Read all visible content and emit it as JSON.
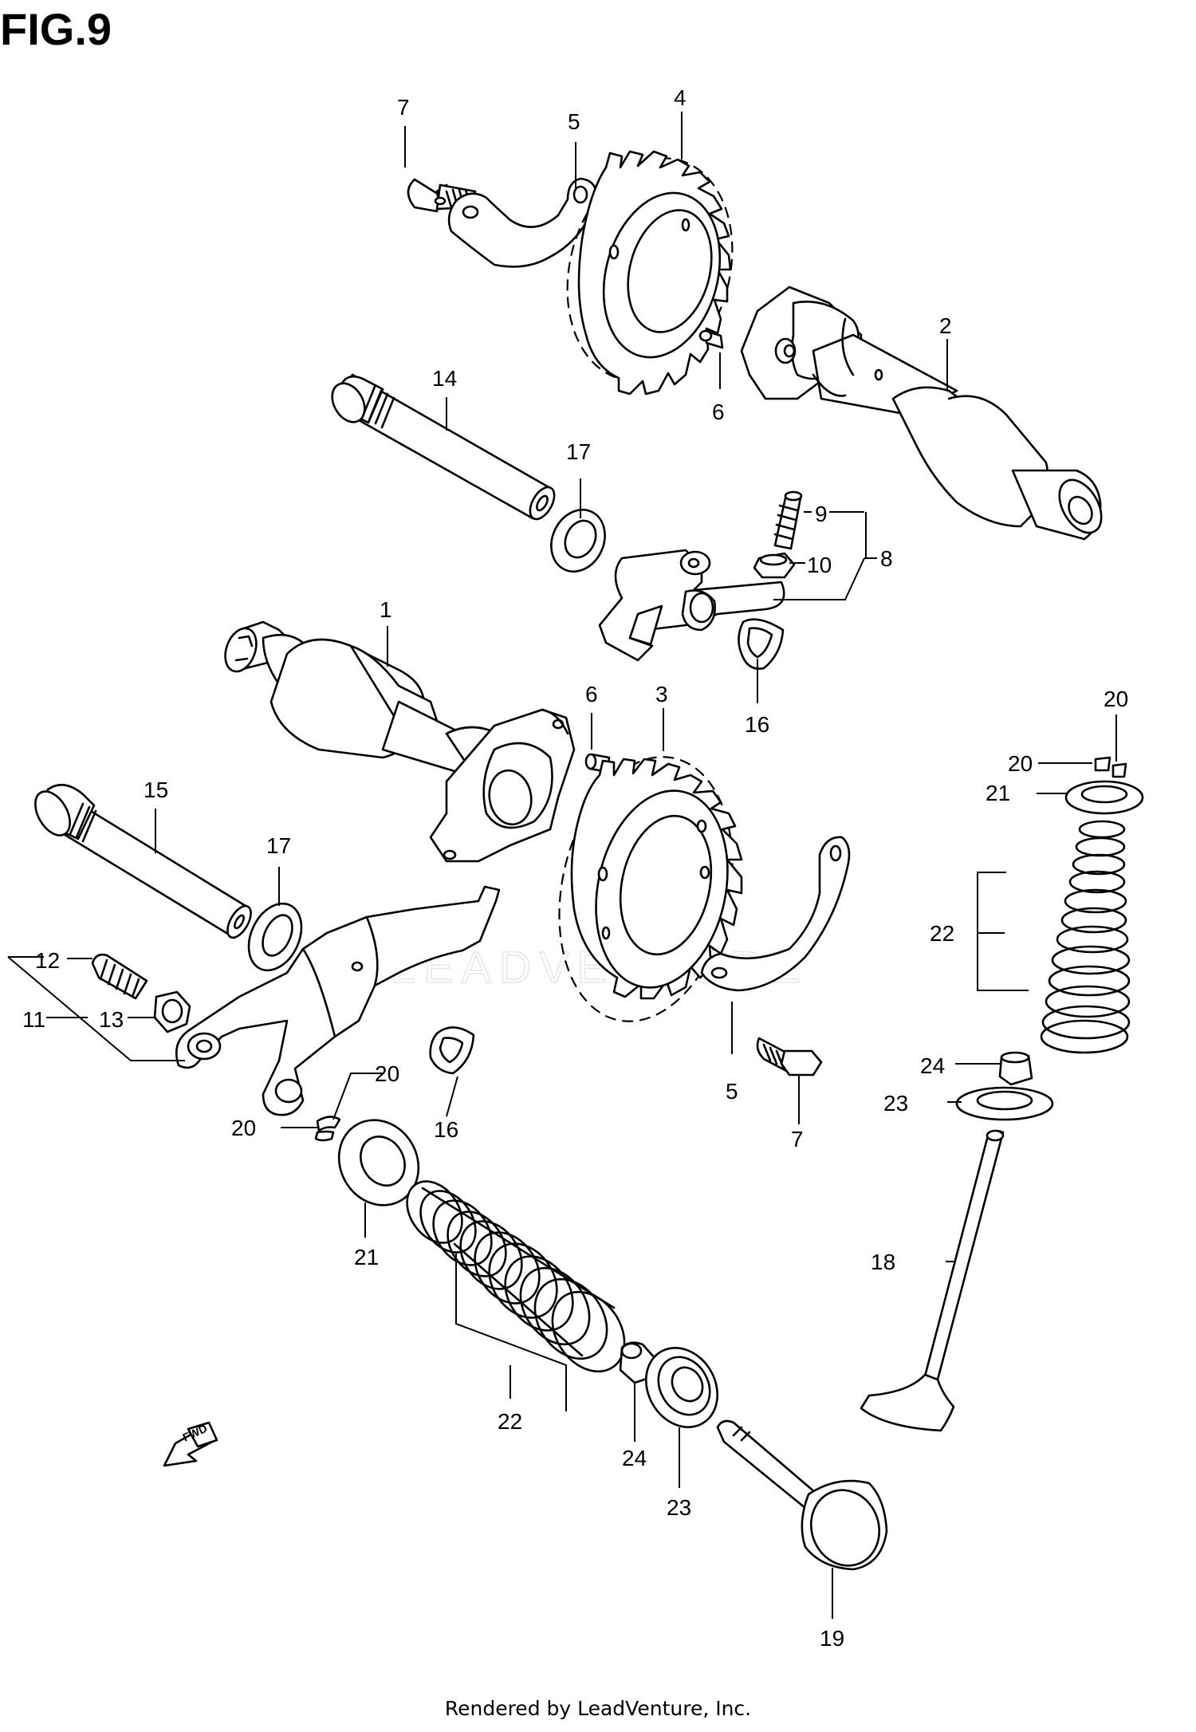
{
  "figure": {
    "title": "FIG.9",
    "footer": "Rendered by LeadVenture, Inc.",
    "watermark": "LEADVENTURE",
    "direction_label": "FWD"
  },
  "callouts": [
    {
      "id": "c7a",
      "label": "7"
    },
    {
      "id": "c5a",
      "label": "5"
    },
    {
      "id": "c4",
      "label": "4"
    },
    {
      "id": "c2",
      "label": "2"
    },
    {
      "id": "c6a",
      "label": "6"
    },
    {
      "id": "c14",
      "label": "14"
    },
    {
      "id": "c17a",
      "label": "17"
    },
    {
      "id": "c9",
      "label": "9"
    },
    {
      "id": "c10",
      "label": "10"
    },
    {
      "id": "c8",
      "label": "8"
    },
    {
      "id": "c16a",
      "label": "16"
    },
    {
      "id": "c1",
      "label": "1"
    },
    {
      "id": "c6b",
      "label": "6"
    },
    {
      "id": "c3",
      "label": "3"
    },
    {
      "id": "c20a",
      "label": "20"
    },
    {
      "id": "c20b",
      "label": "20"
    },
    {
      "id": "c21a",
      "label": "21"
    },
    {
      "id": "c15",
      "label": "15"
    },
    {
      "id": "c17b",
      "label": "17"
    },
    {
      "id": "c22a",
      "label": "22"
    },
    {
      "id": "c12",
      "label": "12"
    },
    {
      "id": "c11",
      "label": "11"
    },
    {
      "id": "c13",
      "label": "13"
    },
    {
      "id": "c20c",
      "label": "20"
    },
    {
      "id": "c16b",
      "label": "16"
    },
    {
      "id": "c5b",
      "label": "5"
    },
    {
      "id": "c24a",
      "label": "24"
    },
    {
      "id": "c23a",
      "label": "23"
    },
    {
      "id": "c20d",
      "label": "20"
    },
    {
      "id": "c7b",
      "label": "7"
    },
    {
      "id": "c21b",
      "label": "21"
    },
    {
      "id": "c18",
      "label": "18"
    },
    {
      "id": "c22b",
      "label": "22"
    },
    {
      "id": "c24b",
      "label": "24"
    },
    {
      "id": "c23b",
      "label": "23"
    },
    {
      "id": "c19",
      "label": "19"
    }
  ]
}
